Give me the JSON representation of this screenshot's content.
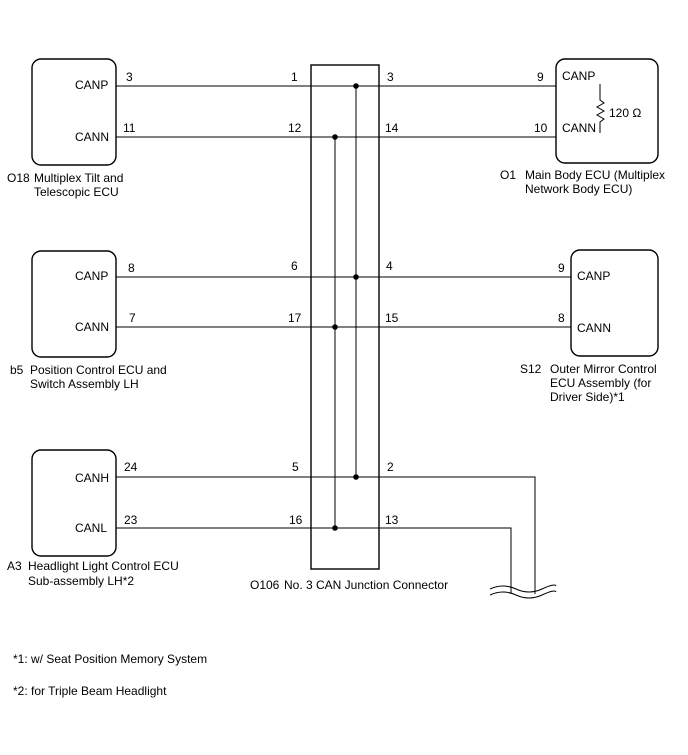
{
  "junction": {
    "code": "O106",
    "name": "No. 3 CAN Junction Connector"
  },
  "components": {
    "o18": {
      "code": "O18",
      "name_line1": "Multiplex Tilt and",
      "name_line2": "Telescopic ECU",
      "pin_top_label": "CANP",
      "pin_bottom_label": "CANN"
    },
    "b5": {
      "code": "b5",
      "name_line1": "Position Control ECU and",
      "name_line2": "Switch Assembly LH",
      "pin_top_label": "CANP",
      "pin_bottom_label": "CANN"
    },
    "a3": {
      "code": "A3",
      "name_line1": "Headlight Light Control ECU",
      "name_line2": "Sub-assembly LH*2",
      "pin_top_label": "CANH",
      "pin_bottom_label": "CANL"
    },
    "o1": {
      "code": "O1",
      "name_line1": "Main Body ECU (Multiplex",
      "name_line2": "Network Body ECU)",
      "pin_top_label": "CANP",
      "pin_bottom_label": "CANN",
      "resistor": "120 Ω"
    },
    "s12": {
      "code": "S12",
      "name_line1": "Outer Mirror Control",
      "name_line2": "ECU Assembly (for",
      "name_line3": "Driver Side)*1",
      "pin_top_label": "CANP",
      "pin_bottom_label": "CANN"
    }
  },
  "wires": [
    {
      "id": "w1",
      "left_pin": "3",
      "junction_left_pin": "1",
      "junction_right_pin": "3",
      "right_pin": "9"
    },
    {
      "id": "w2",
      "left_pin": "11",
      "junction_left_pin": "12",
      "junction_right_pin": "14",
      "right_pin": "10"
    },
    {
      "id": "w3",
      "left_pin": "8",
      "junction_left_pin": "6",
      "junction_right_pin": "4",
      "right_pin": "9"
    },
    {
      "id": "w4",
      "left_pin": "7",
      "junction_left_pin": "17",
      "junction_right_pin": "15",
      "right_pin": "8"
    },
    {
      "id": "w5",
      "left_pin": "24",
      "junction_left_pin": "5",
      "junction_right_pin": "2"
    },
    {
      "id": "w6",
      "left_pin": "23",
      "junction_left_pin": "16",
      "junction_right_pin": "13"
    }
  ],
  "notes": [
    "*1: w/ Seat Position Memory System",
    "*2: for Triple Beam Headlight"
  ]
}
